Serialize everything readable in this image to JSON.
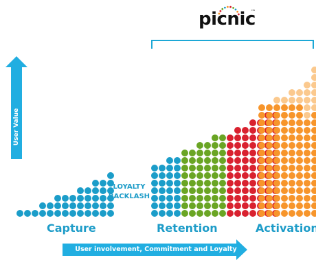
{
  "logo": {
    "text": "picnic",
    "tm": "™"
  },
  "stages": {
    "capture": "Capture",
    "retention": "Retention",
    "activation": "Activation"
  },
  "backlash": {
    "line1": "LOYALTY",
    "line2": "BACKLASH"
  },
  "axes": {
    "y_label": "User Value",
    "x_label": "User involvement, Commitment and Loyalty"
  },
  "colors": {
    "blue": "#1b9dc9",
    "green": "#6aa524",
    "red": "#d9212f",
    "orange": "#f7952b",
    "light_orange": "#fbc98e",
    "arrow": "#21aee1"
  },
  "dot_columns": {
    "capture": [
      {
        "color": "blue",
        "count": 1
      },
      {
        "color": "blue",
        "count": 1
      },
      {
        "color": "blue",
        "count": 1
      },
      {
        "color": "blue",
        "count": 2
      },
      {
        "color": "blue",
        "count": 2
      },
      {
        "color": "blue",
        "count": 3
      },
      {
        "color": "blue",
        "count": 3
      },
      {
        "color": "blue",
        "count": 3
      },
      {
        "color": "blue",
        "count": 4
      },
      {
        "color": "blue",
        "count": 4
      },
      {
        "color": "blue",
        "count": 5
      },
      {
        "color": "blue",
        "count": 5
      },
      {
        "color": "blue",
        "count": 6
      }
    ],
    "retention": [
      {
        "color": "blue",
        "count": 7
      },
      {
        "color": "blue",
        "count": 7
      },
      {
        "color": "blue",
        "count": 8
      },
      {
        "color": "blue",
        "count": 8
      },
      {
        "color": "green",
        "count": 9
      },
      {
        "color": "green",
        "count": 9
      },
      {
        "color": "green",
        "count": 10
      },
      {
        "color": "green",
        "count": 10
      },
      {
        "color": "green",
        "count": 11
      },
      {
        "color": "green",
        "count": 11
      },
      {
        "color": "red",
        "count": 11
      },
      {
        "color": "red",
        "count": 12
      },
      {
        "color": "red",
        "count": 12
      },
      {
        "color": "red",
        "count": 13
      },
      {
        "color": "red",
        "count": 13
      },
      {
        "color": "red",
        "count": 14
      },
      {
        "color": "red",
        "count": 14
      }
    ],
    "activation": [
      {
        "color": "orange",
        "count": 15,
        "light": 0
      },
      {
        "color": "orange",
        "count": 15,
        "light": 0
      },
      {
        "color": "orange",
        "count": 16,
        "light": 1
      },
      {
        "color": "orange",
        "count": 16,
        "light": 1
      },
      {
        "color": "orange",
        "count": 17,
        "light": 2
      },
      {
        "color": "orange",
        "count": 17,
        "light": 2
      },
      {
        "color": "orange",
        "count": 18,
        "light": 5
      },
      {
        "color": "orange",
        "count": 20,
        "light": 6
      }
    ]
  }
}
